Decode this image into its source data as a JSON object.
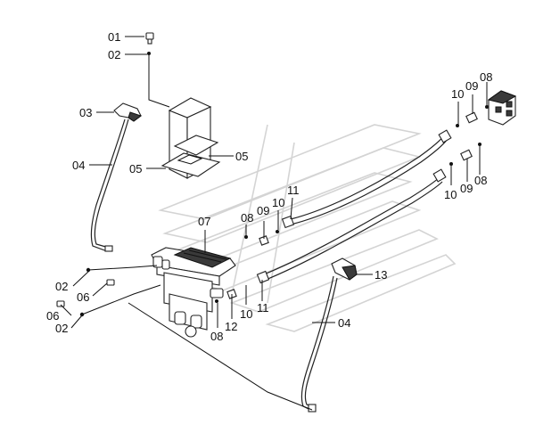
{
  "diagram": {
    "labels": [
      {
        "id": "01"
      },
      {
        "id": "02"
      },
      {
        "id": "03"
      },
      {
        "id": "04"
      },
      {
        "id": "05"
      },
      {
        "id": "05"
      },
      {
        "id": "07"
      },
      {
        "id": "08"
      },
      {
        "id": "09"
      },
      {
        "id": "10"
      },
      {
        "id": "11"
      },
      {
        "id": "10"
      },
      {
        "id": "09"
      },
      {
        "id": "08"
      },
      {
        "id": "10"
      },
      {
        "id": "09"
      },
      {
        "id": "08"
      },
      {
        "id": "02"
      },
      {
        "id": "06"
      },
      {
        "id": "06"
      },
      {
        "id": "02"
      },
      {
        "id": "08"
      },
      {
        "id": "12"
      },
      {
        "id": "10"
      },
      {
        "id": "11"
      },
      {
        "id": "13"
      },
      {
        "id": "04"
      }
    ]
  }
}
